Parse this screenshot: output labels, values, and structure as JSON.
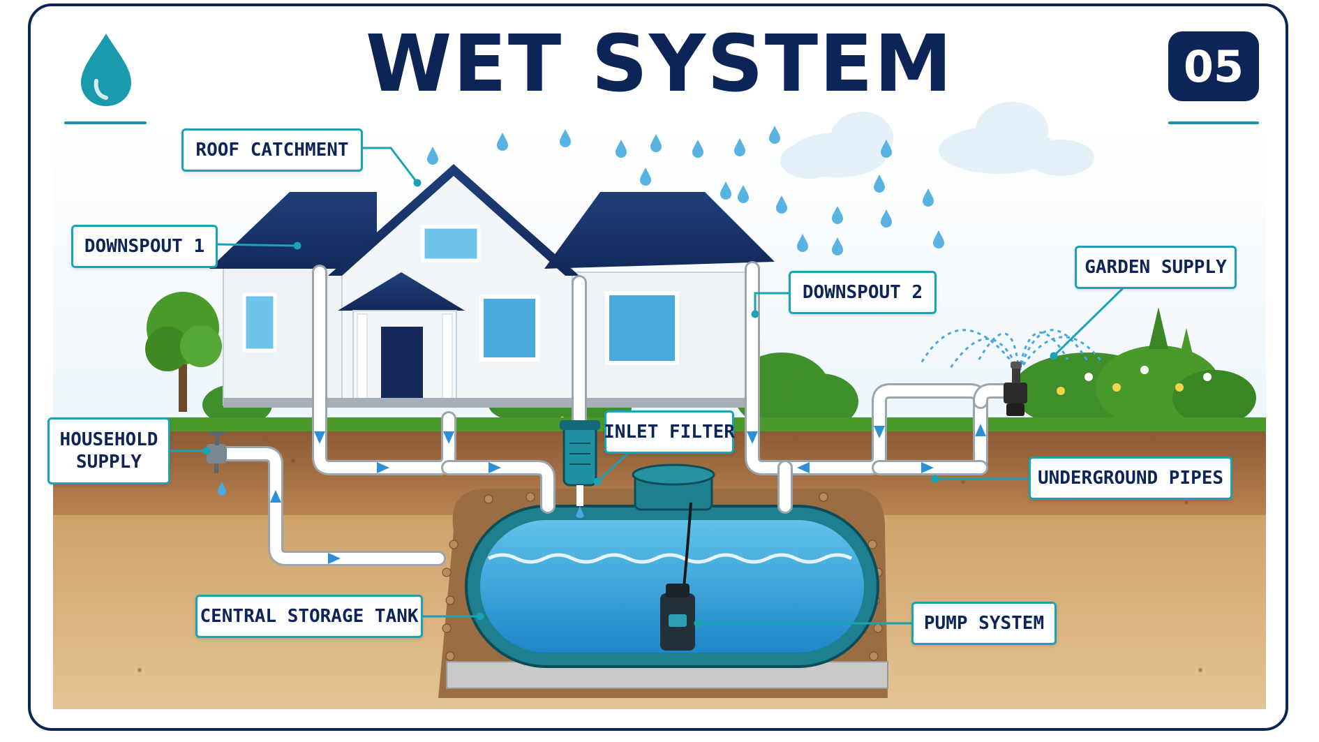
{
  "title": "WET SYSTEM",
  "badge": "05",
  "icons": {
    "logo": "water-drop-icon",
    "rain": "raindrop-icon",
    "cloud": "cloud-icon",
    "sprinkler": "sprinkler-icon",
    "pump": "pump-icon",
    "filter": "filter-icon",
    "tap": "tap-icon",
    "flow": "flow-arrow-icon"
  },
  "colors": {
    "navy": "#0c2556",
    "accent": "#1aa3b4",
    "water": "#2e9fd8",
    "tank": "#1e7f8e",
    "pipe": "#ffffff",
    "grass": "#4a9a2b",
    "soil": "#a9764a",
    "deep_soil": "#d6b07c"
  },
  "labels": {
    "roof_catchment": "ROOF CATCHMENT",
    "downspout_1": "DOWNSPOUT 1",
    "downspout_2": "DOWNSPOUT 2",
    "garden_supply": "GARDEN SUPPLY",
    "household_supply": "HOUSEHOLD SUPPLY",
    "inlet_filter": "INLET FILTER",
    "underground_pipes": "UNDERGROUND PIPES",
    "central_storage_tank": "CENTRAL STORAGE TANK",
    "pump_system": "PUMP SYSTEM"
  }
}
